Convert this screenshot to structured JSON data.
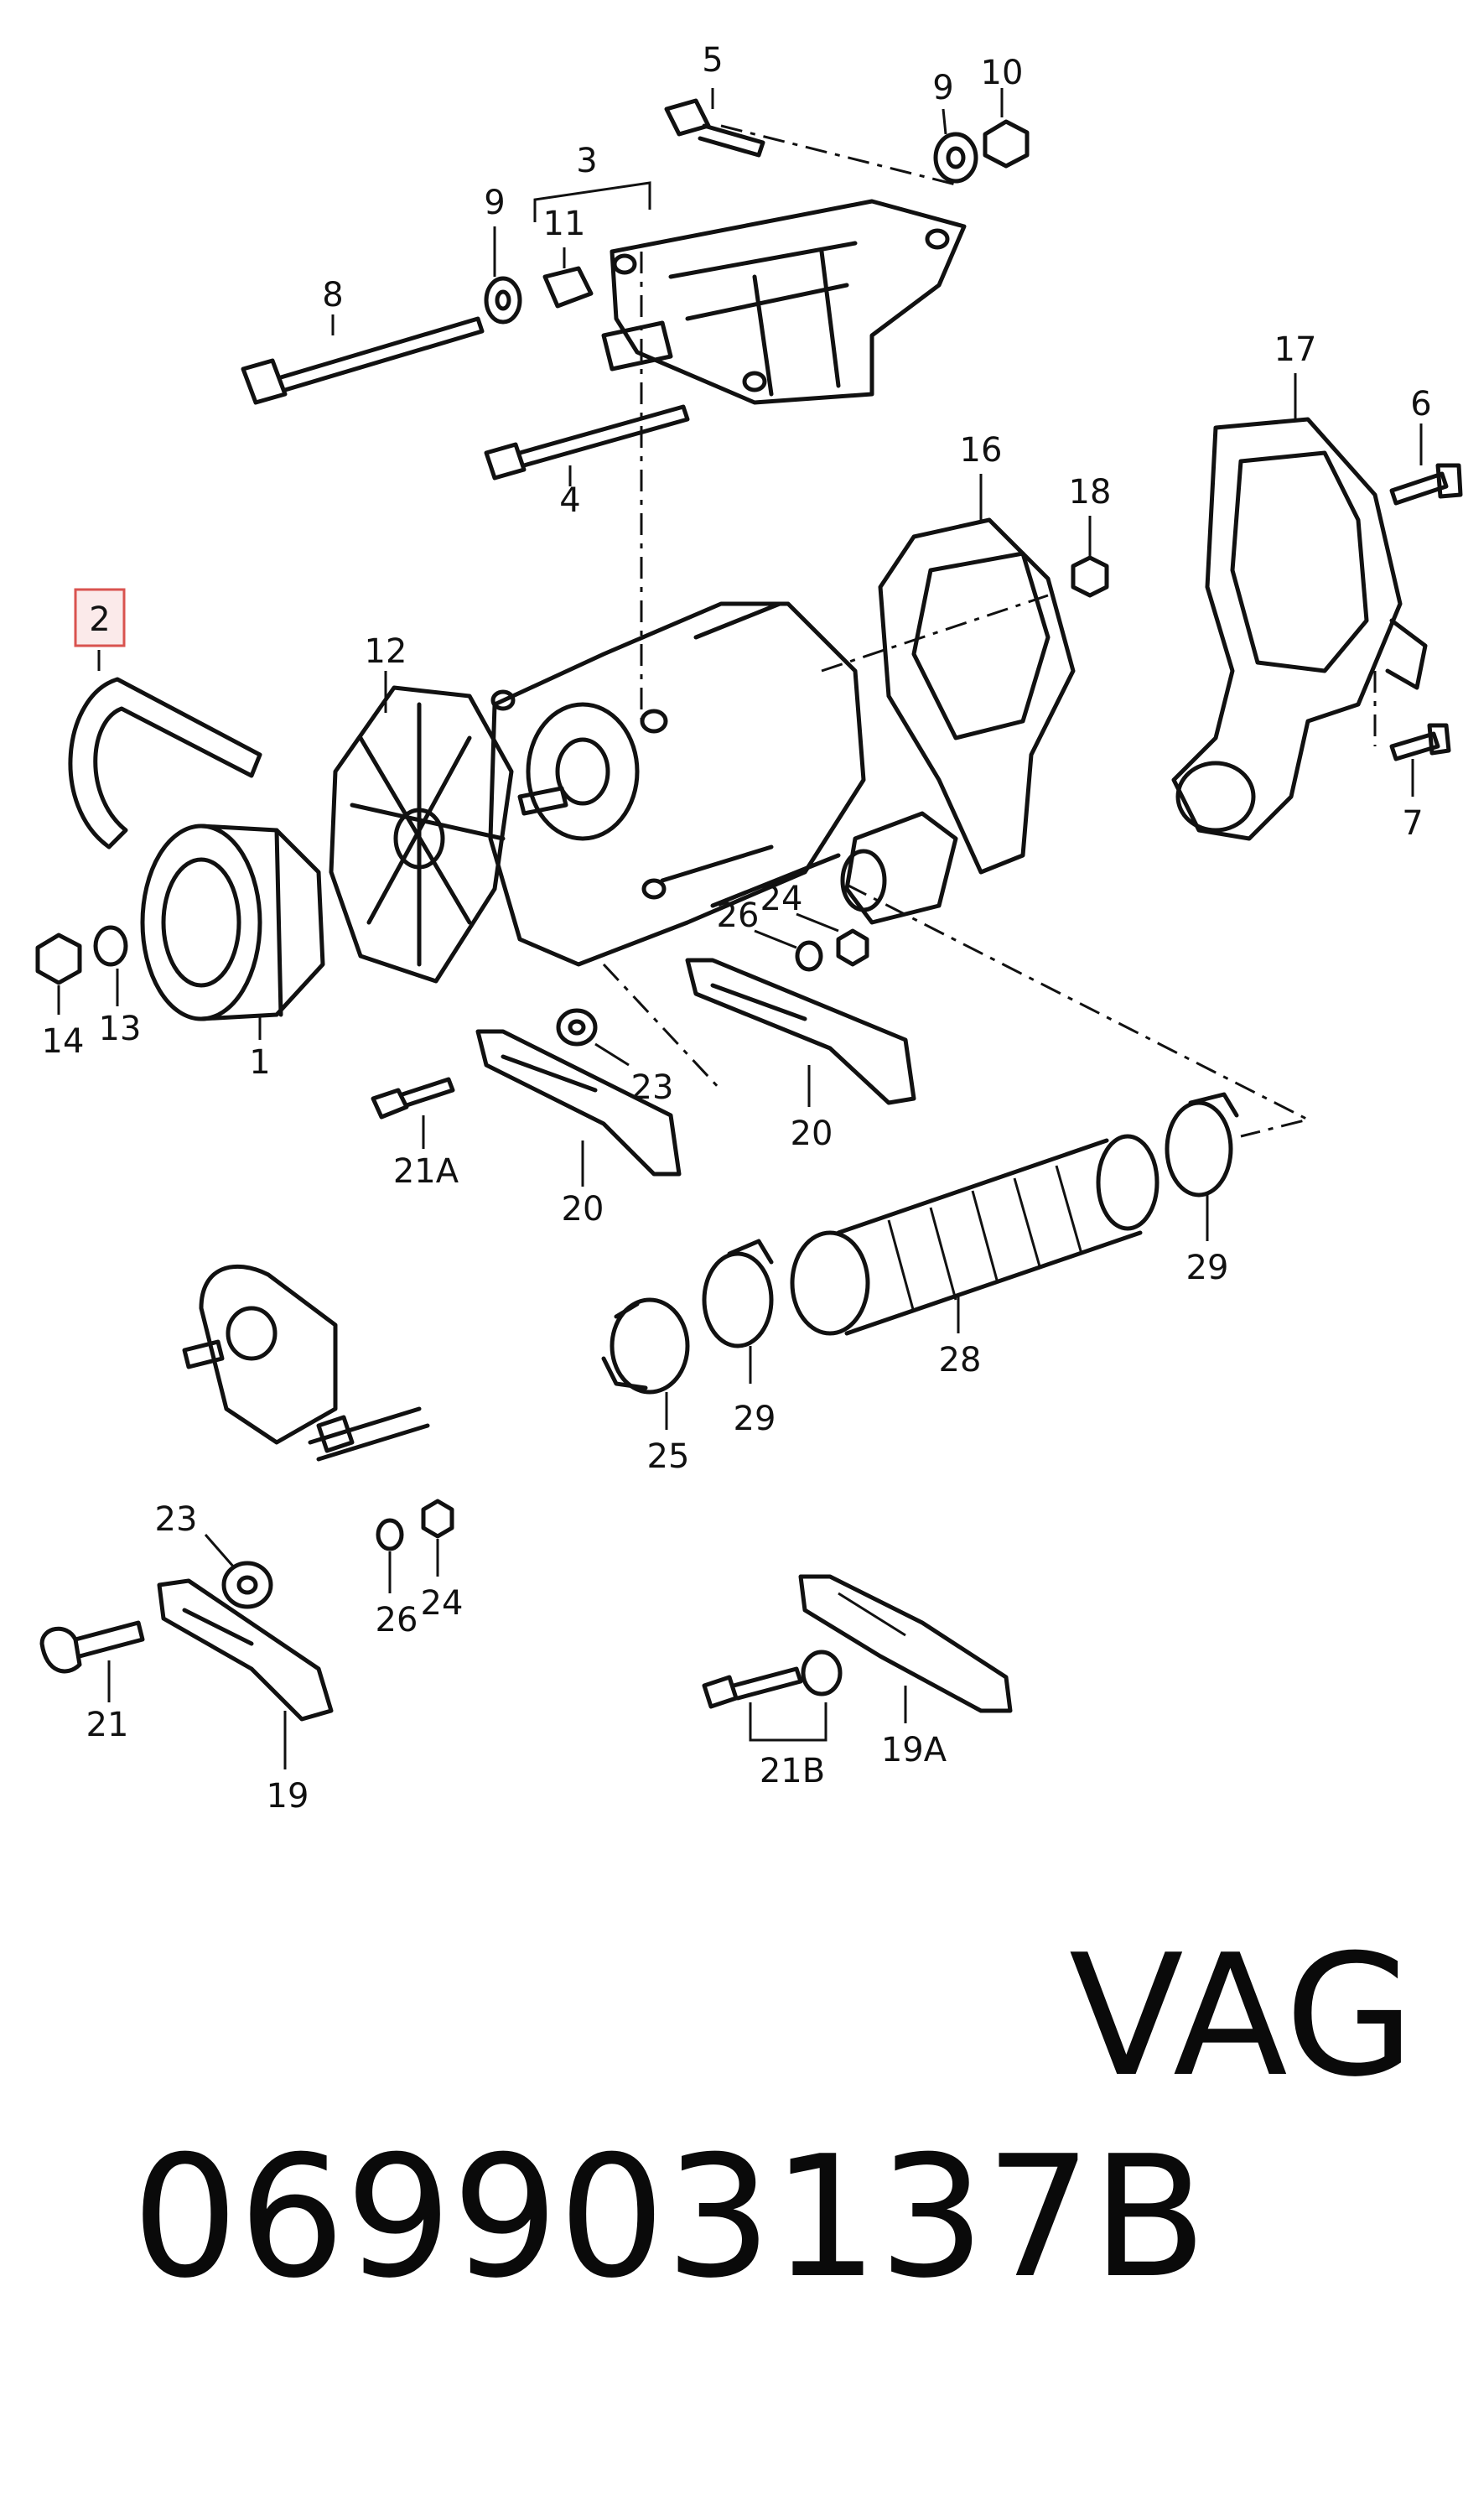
{
  "callouts": [
    {
      "id": "c1",
      "text": "1"
    },
    {
      "id": "c2",
      "text": "2"
    },
    {
      "id": "c3",
      "text": "3"
    },
    {
      "id": "c4",
      "text": "4"
    },
    {
      "id": "c5",
      "text": "5"
    },
    {
      "id": "c6",
      "text": "6"
    },
    {
      "id": "c7",
      "text": "7"
    },
    {
      "id": "c8",
      "text": "8"
    },
    {
      "id": "c9a",
      "text": "9"
    },
    {
      "id": "c9b",
      "text": "9"
    },
    {
      "id": "c10",
      "text": "10"
    },
    {
      "id": "c11",
      "text": "11"
    },
    {
      "id": "c12",
      "text": "12"
    },
    {
      "id": "c13",
      "text": "13"
    },
    {
      "id": "c14",
      "text": "14"
    },
    {
      "id": "c16",
      "text": "16"
    },
    {
      "id": "c17",
      "text": "17"
    },
    {
      "id": "c18",
      "text": "18"
    },
    {
      "id": "c19",
      "text": "19"
    },
    {
      "id": "c19A",
      "text": "19A"
    },
    {
      "id": "c20a",
      "text": "20"
    },
    {
      "id": "c20b",
      "text": "20"
    },
    {
      "id": "c21",
      "text": "21"
    },
    {
      "id": "c21A",
      "text": "21A"
    },
    {
      "id": "c21B",
      "text": "21B"
    },
    {
      "id": "c23a",
      "text": "23"
    },
    {
      "id": "c23b",
      "text": "23"
    },
    {
      "id": "c24a",
      "text": "24"
    },
    {
      "id": "c24b",
      "text": "24"
    },
    {
      "id": "c25",
      "text": "25"
    },
    {
      "id": "c26a",
      "text": "26"
    },
    {
      "id": "c26b",
      "text": "26"
    },
    {
      "id": "c28",
      "text": "28"
    },
    {
      "id": "c29a",
      "text": "29"
    },
    {
      "id": "c29b",
      "text": "29"
    }
  ],
  "highlight": {
    "callout_id": "c2",
    "color": "#d9534f",
    "fill": "#fbeaea"
  },
  "footer": {
    "part_number": "069903137B",
    "brand": "VAG"
  }
}
